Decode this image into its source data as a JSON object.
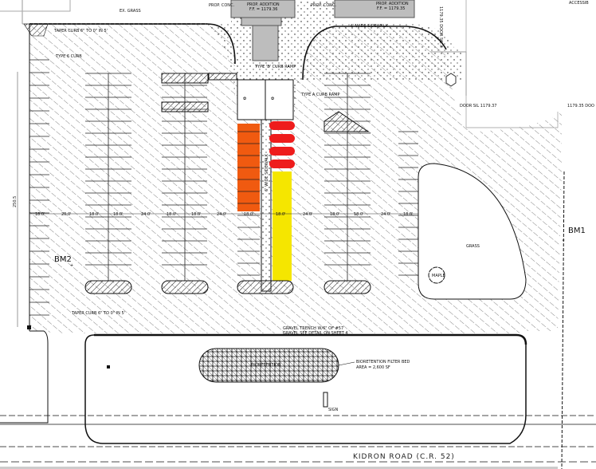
{
  "title": "Site Plan - Parking Lot Layout",
  "labels": {
    "ex_grass": "EX. GRASS",
    "prop_addition_1": "PROP. ADDITION",
    "ff_1": "F.F. = 1179.36",
    "prop_addition_2": "PROP. ADDITION",
    "ff_2": "F.F. = 1179.35",
    "prop_conc_1": "PROP. CONC.",
    "prop_conc_2": "PROP. CONC.",
    "sidewalk": "6' WIDE SIDEWALK",
    "door_sill_vertical": "1179.35 DOOR SIL X",
    "door_sill_1": "DOOR SIL 1179.37",
    "door_sill_2": "1179.35 DOO",
    "accessible": "ACCESSIB",
    "taper_curb_top": "TAPER CURB 6\" TO 0\" IN 5'",
    "type_b_curb": "TYPE 6 CURB",
    "type_b_ramp": "TYPE 'B' CURB RAMP",
    "type_a_ramp": "TYPE A CURB RAMP",
    "walk": "6' WIDE SIDEWALK",
    "bm1": "BM1",
    "bm2": "BM2",
    "grass": "GRASS",
    "maple": "MAPLE",
    "taper_curb_bottom": "TAPER CURB 6\" TO 0\" IN 5'",
    "gravel_1": "GRAVEL TRENCH W/6\" OF #57",
    "gravel_2": "GRAVEL SEE DETAIL ON SHEET 4",
    "bioretention": "BIORETENTION",
    "bio_filter_1": "BIORETENTION FILTER BED",
    "bio_filter_2": "AREA = 2,600 SF",
    "sign": "SIGN",
    "road": "KIDRON ROAD (C.R. 52)",
    "dim_left": "250.5"
  },
  "dimensions": [
    "18.0'",
    "20.0'",
    "18.0'",
    "18.0'",
    "24.0'",
    "18.0'",
    "18.0'",
    "24.0'",
    "18.0'",
    "18.0'",
    "24.0'",
    "18.0'",
    "18.0'",
    "24.0'",
    "18.0'"
  ],
  "colors": {
    "orange": "#f05a10",
    "red": "#ee1c1c",
    "yellow": "#f5e600",
    "building": "#bdbdbd"
  }
}
